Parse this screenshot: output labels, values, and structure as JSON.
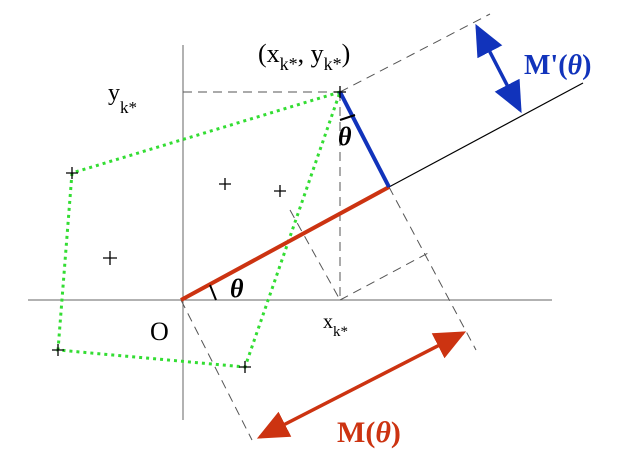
{
  "labels": {
    "point": "(x",
    "point_sub1": "k*",
    "point_mid": ", y",
    "point_sub2": "k*",
    "point_end": ")",
    "y_label": "y",
    "y_sub": "k*",
    "x_label": "x",
    "x_sub": "k*",
    "origin": "O",
    "theta_top": "θ",
    "theta_bottom": "θ",
    "m_prime": "M'(",
    "m_prime_theta": "θ",
    "m_prime_end": ")",
    "m": "M(",
    "m_theta": "θ",
    "m_end": ")"
  },
  "colors": {
    "red": "#cc3311",
    "blue": "#1133bb",
    "green": "#33dd33",
    "axis": "#666666"
  }
}
